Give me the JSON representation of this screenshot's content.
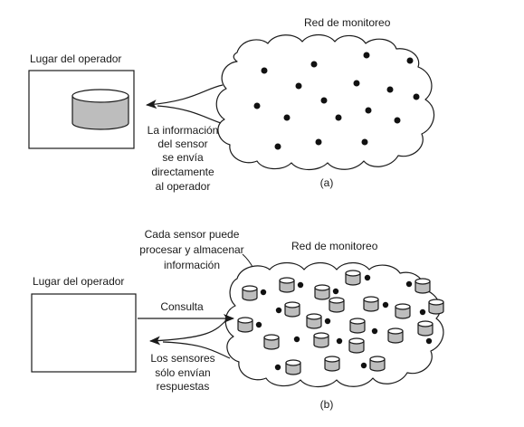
{
  "colors": {
    "stroke": "#1a1a1a",
    "cylinder_fill": "#bdbdbd",
    "background": "#ffffff"
  },
  "icons": [
    "database-cylinder-icon",
    "sensor-node-dot",
    "sensor-storage-cylinder-icon"
  ],
  "panel_a": {
    "operator_label": "Lugar del operador",
    "network_label": "Red de monitoreo",
    "info_text_lines": [
      "La información",
      "del sensor",
      "se envía",
      "directamente",
      "al operador"
    ],
    "caption": "(a)"
  },
  "panel_b": {
    "operator_label": "Lugar del operador",
    "network_label": "Red de monitoreo",
    "sensor_note_lines": [
      "Cada sensor puede",
      "procesar y almacenar",
      "información"
    ],
    "query_label": "Consulta",
    "response_text_lines": [
      "Los sensores",
      "sólo envían",
      "respuestas"
    ],
    "caption": "(b)"
  }
}
